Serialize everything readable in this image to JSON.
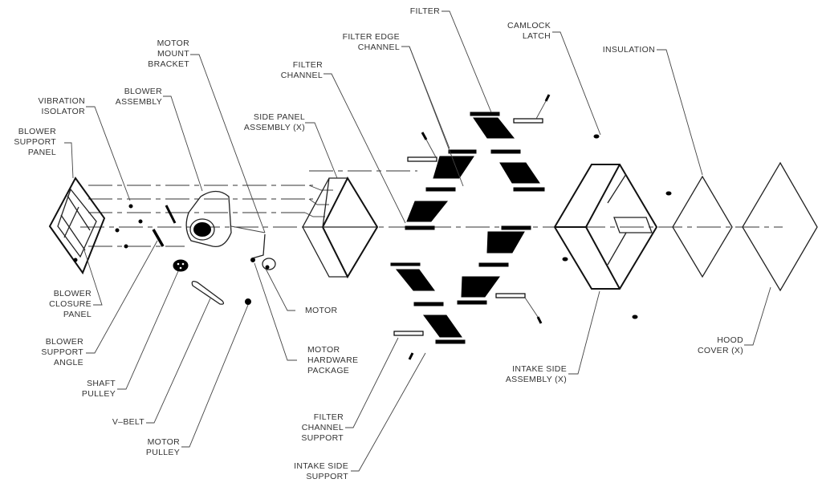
{
  "diagram": {
    "type": "exploded-assembly",
    "colors": {
      "line": "#333333",
      "fill": "#000000",
      "background": "#ffffff"
    },
    "labels": {
      "vibration_isolator": "VIBRATION\nISOLATOR",
      "blower_support_panel": "BLOWER\nSUPPORT\nPANEL",
      "blower_assembly": "BLOWER\nASSEMBLY",
      "motor_mount_bracket": "MOTOR\nMOUNT\nBRACKET",
      "filter_channel": "FILTER\nCHANNEL",
      "side_panel_assembly": "SIDE PANEL\nASSEMBLY (X)",
      "filter_edge_channel": "FILTER EDGE\nCHANNEL",
      "filter": "FILTER",
      "camlock_latch": "CAMLOCK\nLATCH",
      "insulation": "INSULATION",
      "blower_closure_panel": "BLOWER\nCLOSURE\nPANEL",
      "blower_support_angle": "BLOWER\nSUPPORT\nANGLE",
      "shaft_pulley": "SHAFT\nPULLEY",
      "v_belt": "V–BELT",
      "motor_pulley": "MOTOR\nPULLEY",
      "motor": "MOTOR",
      "motor_hardware_package": "MOTOR\nHARDWARE\nPACKAGE",
      "filter_channel_support": "FILTER\nCHANNEL\nSUPPORT",
      "intake_side_support": "INTAKE SIDE\nSUPPORT",
      "intake_side_assembly": "INTAKE SIDE\nASSEMBLY (X)",
      "hood_cover": "HOOD\nCOVER (X)"
    }
  }
}
